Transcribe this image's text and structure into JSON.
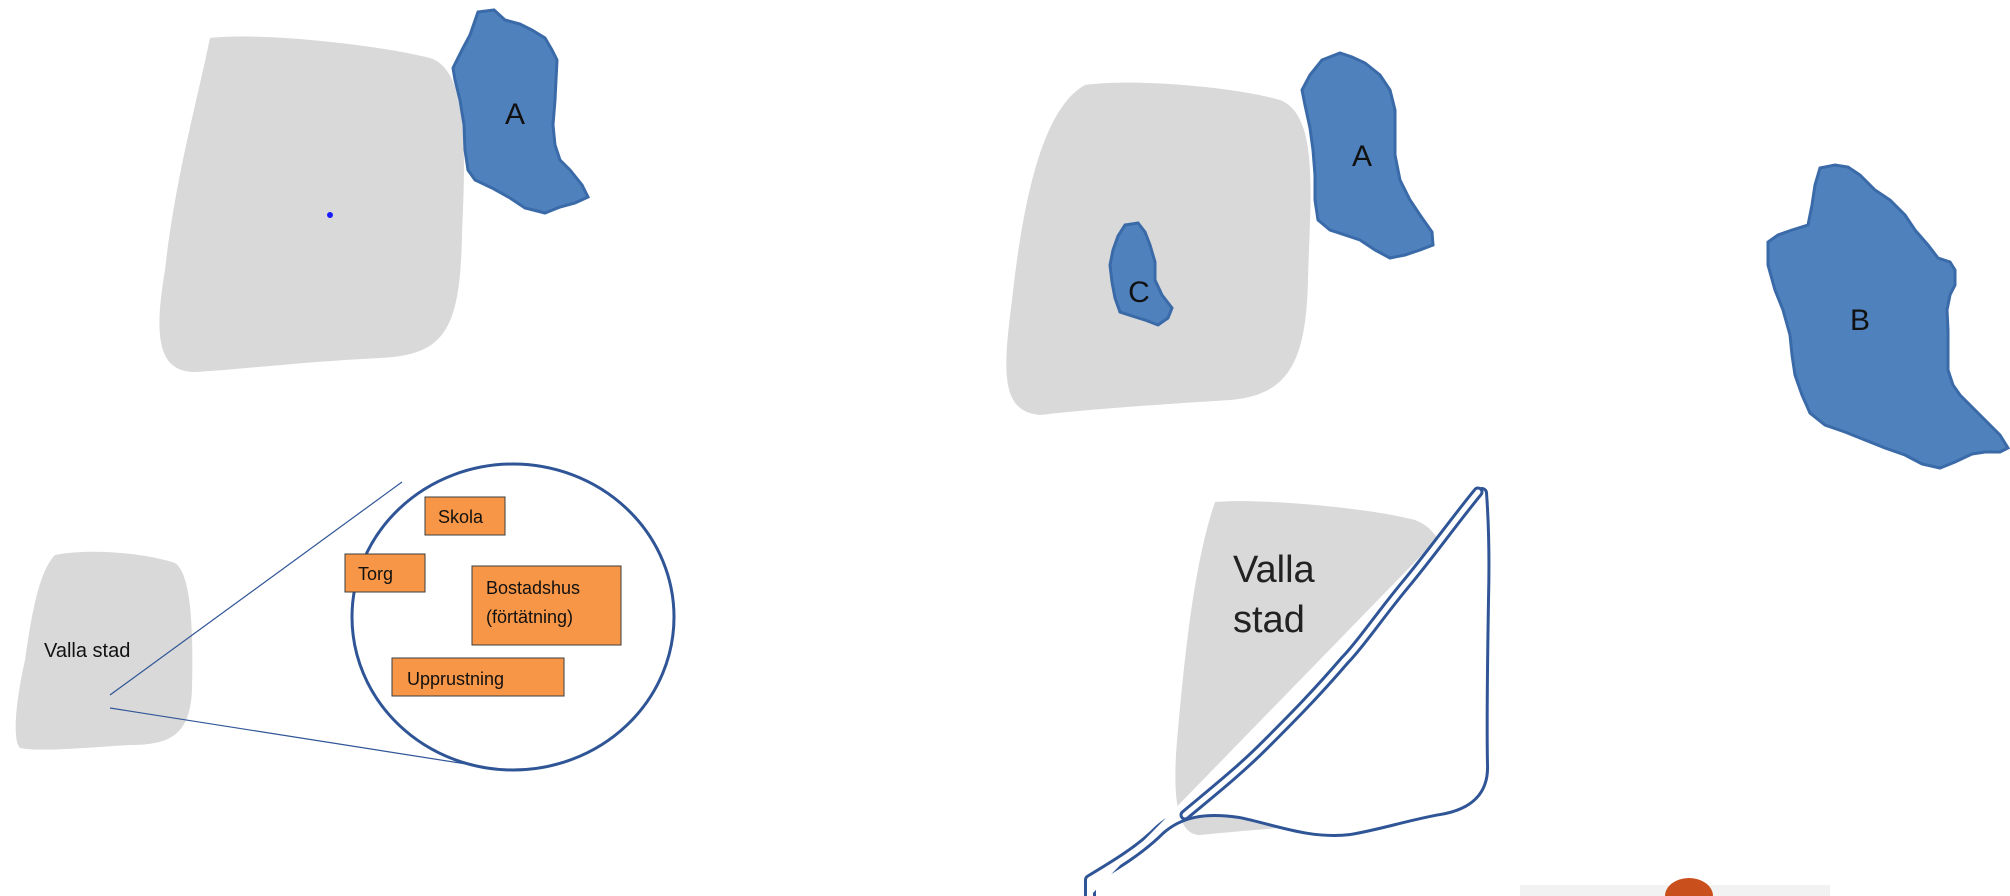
{
  "colors": {
    "background": "#ffffff",
    "city_fill": "#d9d9d9",
    "district_fill": "#4f81bd",
    "district_stroke": "#3a6aa8",
    "box_fill": "#f79646",
    "box_stroke": "#3d3d3d",
    "zoom_stroke": "#2f5597",
    "river_stroke": "#2f5597",
    "marker": "#1a1aff"
  },
  "panel_top_left": {
    "district_a_label": "A"
  },
  "panel_top_right": {
    "district_a_label": "A",
    "district_c_label": "C",
    "district_b_label": "B"
  },
  "panel_bottom_left": {
    "city_label": "Valla stad",
    "boxes": [
      "Skola",
      "Torg",
      "Bostadshus",
      "(förtätning)",
      "Upprustning"
    ]
  },
  "panel_bottom_right": {
    "city_label_line1": "Valla",
    "city_label_line2": "stad"
  }
}
